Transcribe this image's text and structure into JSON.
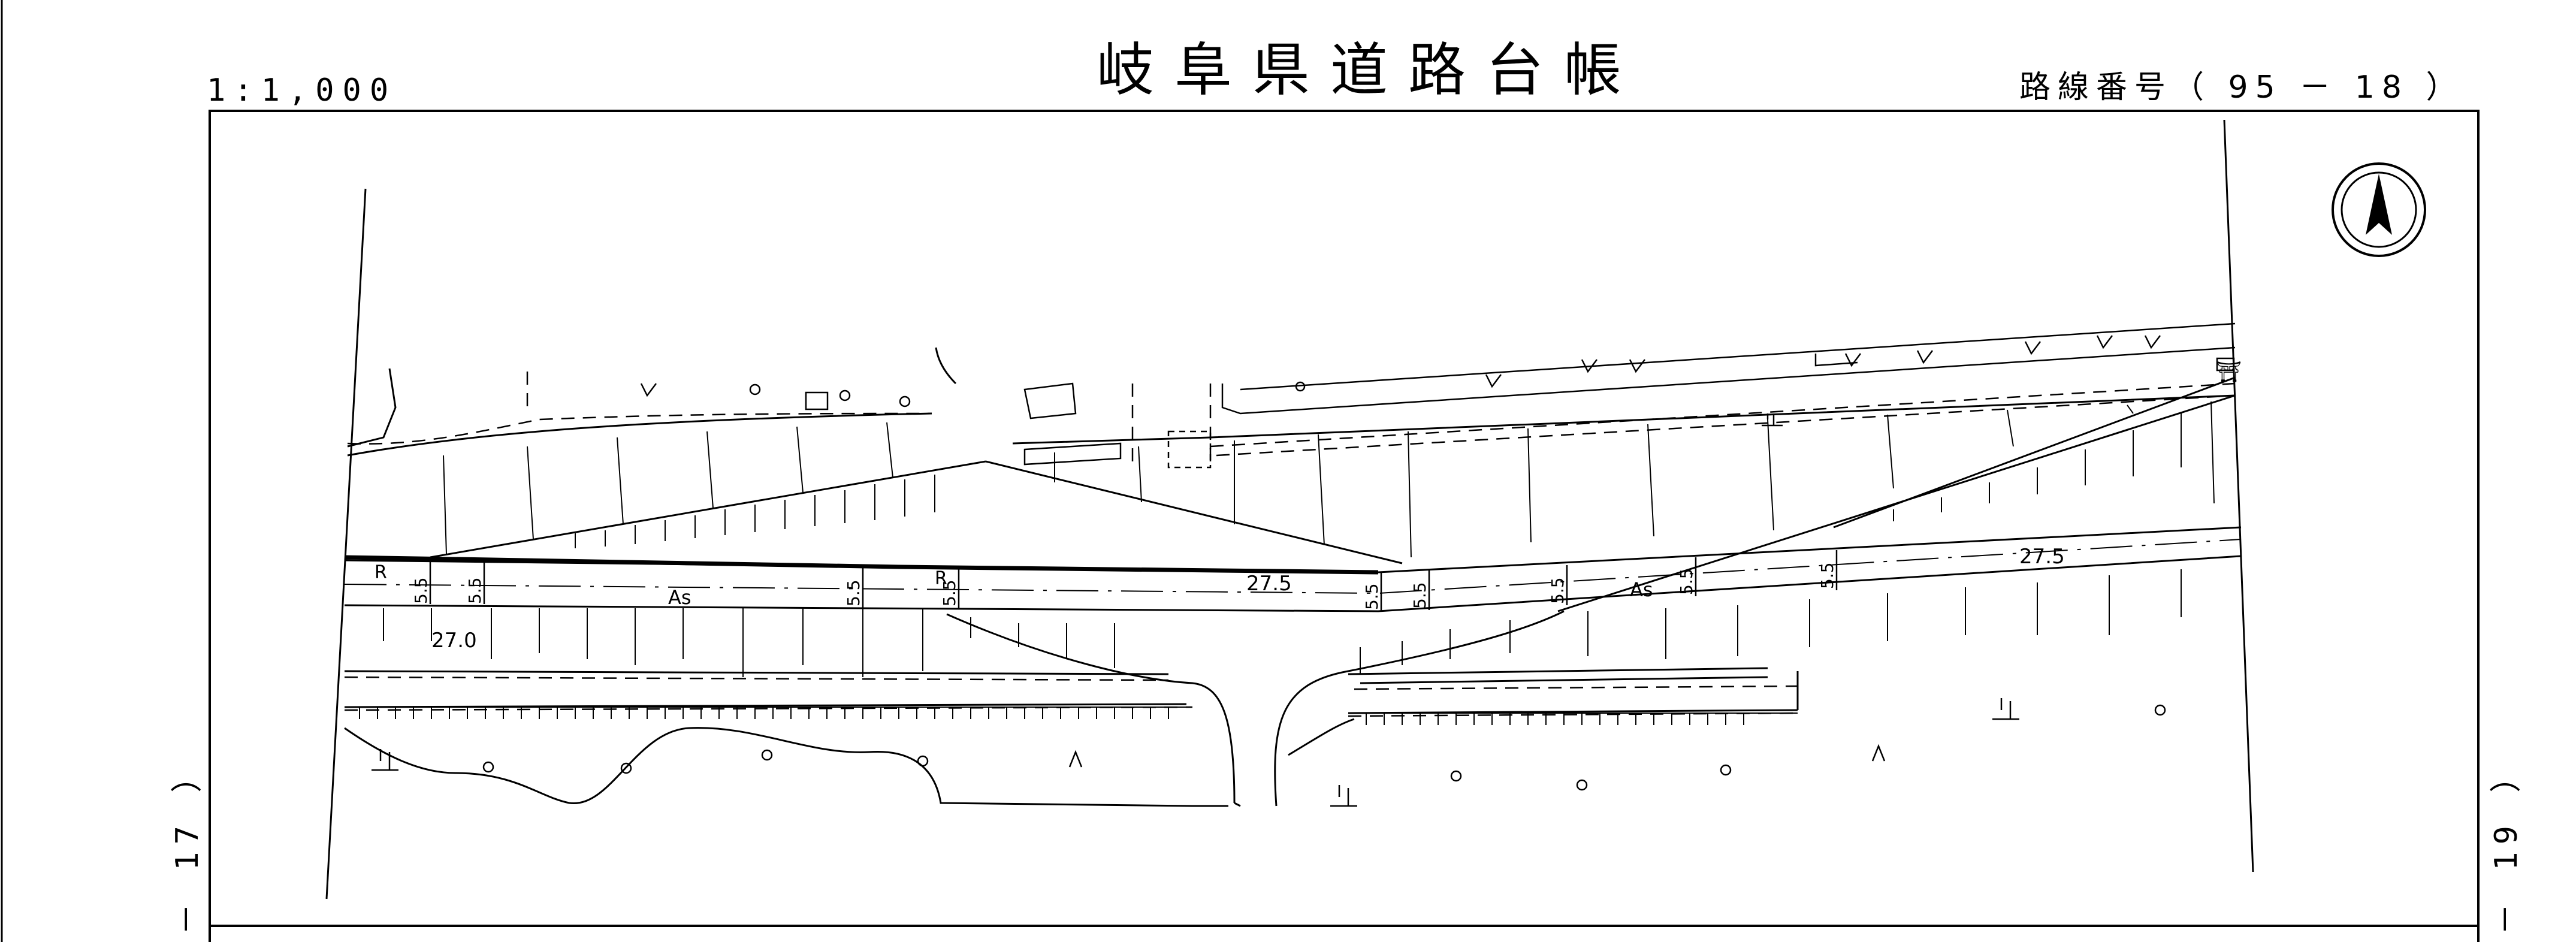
{
  "header": {
    "title": "岐阜県道路台帳",
    "scale": "1:1,000",
    "route_number": "路線番号（ 95 － 18 ）"
  },
  "side_labels": {
    "left": "－ 17 ）",
    "right": "－ 19 ）"
  },
  "map_labels": {
    "pavement_1": "As",
    "pavement_2": "As",
    "width_left": "27.0",
    "width_mid": "27.5",
    "width_right": "27.5",
    "dim": "5.5",
    "r1": "R",
    "r2": "R",
    "shrine": "⛩"
  },
  "north_arrow": {
    "icon": "north-arrow-icon"
  }
}
